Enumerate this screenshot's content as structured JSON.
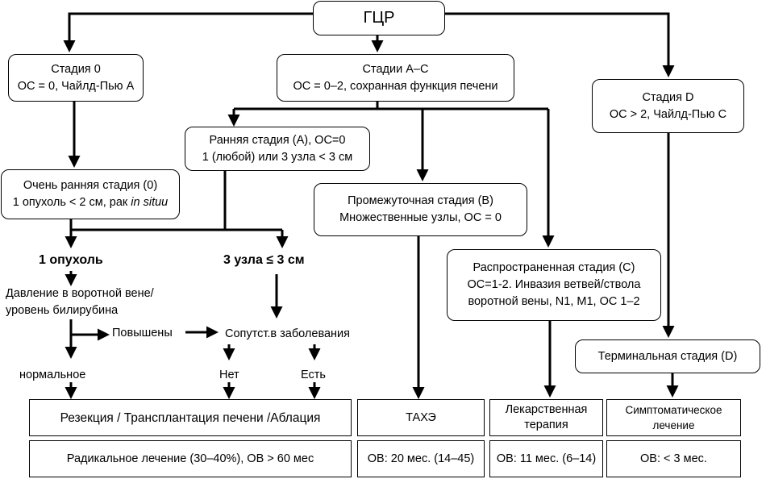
{
  "root": {
    "label": "ГЦР"
  },
  "stage0": {
    "line1": "Стадия 0",
    "line2": "ОС = 0, Чайлд-Пью А"
  },
  "stageAC": {
    "line1": "Стадии А–С",
    "line2": "ОС = 0–2, сохранная функция печени"
  },
  "stageD": {
    "line1": "Стадия D",
    "line2": "ОС > 2, Чайлд-Пью С"
  },
  "early": {
    "line1": "Ранняя стадия (А), ОС=0",
    "line2": "1 (любой) или 3 узла < 3 см"
  },
  "very_early": {
    "line1": "Очень ранняя стадия (0)",
    "line2_prefix": "1 опухоль < 2 см, рак ",
    "line2_italic": "in situu"
  },
  "intermediate": {
    "line1": "Промежуточная стадия (В)",
    "line2": "Множественные узлы, ОС = 0"
  },
  "advanced": {
    "line1": "Распространенная стадия (С)",
    "line2": "ОС=1-2. Инвазия ветвей/ствола",
    "line3": "воротной вены, N1, M1, ОС 1–2"
  },
  "terminal": {
    "label": "Терминальная  стадия (D)"
  },
  "labels": {
    "one_tumor": "1 опухоль",
    "three_nodes": "3 узла ≤ 3 см",
    "portal_pressure_1": "Давление в воротной вене/",
    "portal_pressure_2": "уровень билирубина",
    "elevated": "Повышены",
    "comorbid": "Сопутст.в заболевания",
    "normal": "нормальное",
    "no": "Нет",
    "yes": "Есть"
  },
  "treatments": {
    "resection": "Резекция / Трансплантация печени /Аблация",
    "tace": "ТАХЭ",
    "drug_1": "Лекарственная",
    "drug_2": "терапия",
    "symptomatic_1": "Симптоматическое",
    "symptomatic_2": "лечение"
  },
  "outcomes": {
    "radical": "Радикальное лечение (30–40%), ОВ > 60 мес",
    "tace": "ОВ: 20 мес. (14–45)",
    "drug": "ОВ: 11 мес. (6–14)",
    "symptomatic": "ОВ: < 3 мес."
  }
}
